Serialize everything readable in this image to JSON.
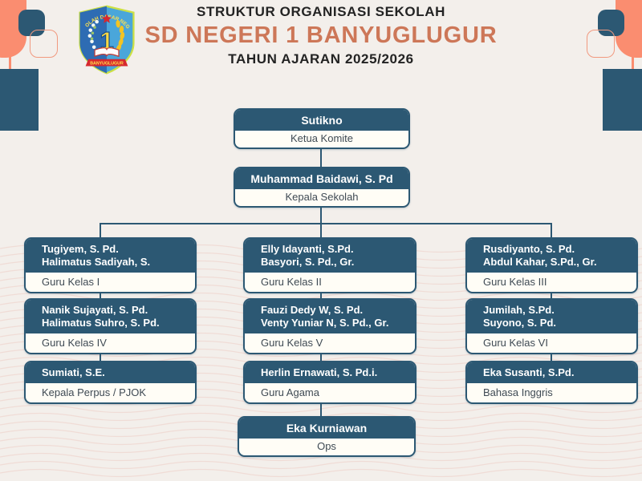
{
  "header": {
    "subtitle": "STRUKTUR ORGANISASI SEKOLAH",
    "title": "SD NEGERI 1 BANYUGLUGUR",
    "year": "TAHUN AJARAN 2025/2026"
  },
  "logo": {
    "top_text": "SEKOLAH DASAR NEGERI",
    "number": "1",
    "banner_text": "BANYUGLUGUR"
  },
  "colors": {
    "accent_dark": "#2c5873",
    "accent_coral": "#fa8d70",
    "title_orange": "#cd7758",
    "background": "#f3efeb",
    "node_body_bg": "#fffdf6"
  },
  "chart": {
    "root": {
      "names": [
        "Sutikno"
      ],
      "role": "Ketua Komite"
    },
    "principal": {
      "names": [
        "Muhammad Baidawi, S. Pd"
      ],
      "role": "Kepala Sekolah"
    },
    "grid": [
      {
        "names": [
          "Tugiyem, S. Pd.",
          "Halimatus Sadiyah, S."
        ],
        "role": "Guru Kelas I"
      },
      {
        "names": [
          "Elly Idayanti, S.Pd.",
          "Basyori, S. Pd., Gr."
        ],
        "role": "Guru Kelas II"
      },
      {
        "names": [
          "Rusdiyanto, S. Pd.",
          "Abdul Kahar, S.Pd., Gr."
        ],
        "role": "Guru Kelas III"
      },
      {
        "names": [
          "Nanik Sujayati, S. Pd.",
          "Halimatus Suhro, S. Pd."
        ],
        "role": "Guru Kelas IV"
      },
      {
        "names": [
          "Fauzi Dedy W, S. Pd.",
          "Venty Yuniar N, S. Pd., Gr."
        ],
        "role": "Guru Kelas V"
      },
      {
        "names": [
          "Jumilah, S.Pd.",
          "Suyono, S. Pd."
        ],
        "role": "Guru Kelas VI"
      },
      {
        "names": [
          "Sumiati, S.E."
        ],
        "role": "Kepala Perpus / PJOK"
      },
      {
        "names": [
          "Herlin Ernawati, S. Pd.i."
        ],
        "role": "Guru Agama"
      },
      {
        "names": [
          "Eka Susanti, S.Pd."
        ],
        "role": "Bahasa Inggris"
      }
    ],
    "operator": {
      "names": [
        "Eka Kurniawan"
      ],
      "role": "Ops"
    }
  }
}
